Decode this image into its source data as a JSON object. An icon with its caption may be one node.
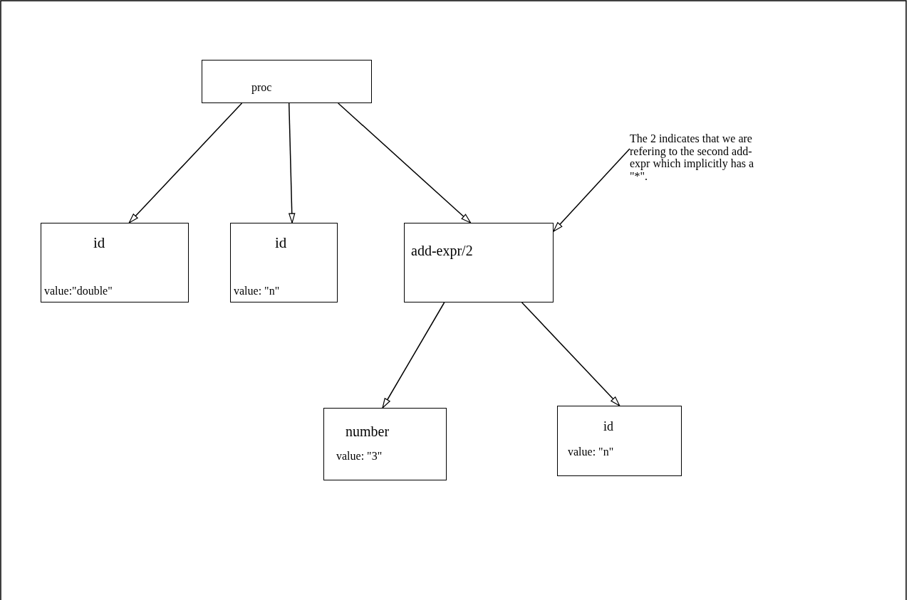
{
  "diagram": {
    "nodes": [
      {
        "text": [
          "proc"
        ]
      },
      {
        "text": [
          "id",
          "value:\"double\""
        ]
      },
      {
        "text": [
          "id",
          "value: \"n\""
        ]
      },
      {
        "text": [
          "add-expr/2"
        ]
      },
      {
        "text": [
          "number",
          "value: \"3\""
        ]
      },
      {
        "text": [
          "id",
          "value: \"n\""
        ]
      },
      {
        "text": [
          "The 2 indicates that we are refering to the second add-expr which implicitly has a \"*\"."
        ]
      }
    ],
    "edges": [
      {
        "from": 0,
        "to": 1,
        "arrow": "to"
      },
      {
        "from": 0,
        "to": 2,
        "arrow": "to"
      },
      {
        "from": 0,
        "to": 3,
        "arrow": "to"
      },
      {
        "from": 3,
        "to": 4,
        "arrow": "to"
      },
      {
        "from": 3,
        "to": 5,
        "arrow": "to"
      },
      {
        "from": 6,
        "to": 3,
        "arrow": "to"
      }
    ]
  }
}
